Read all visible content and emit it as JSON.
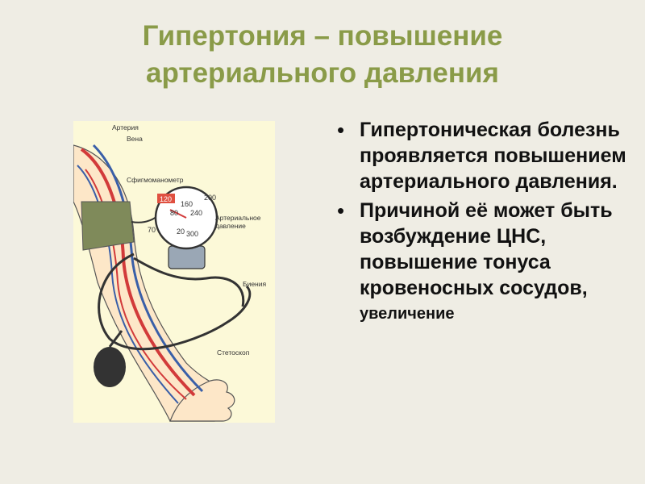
{
  "title": {
    "line1": "Гипертония – повышение",
    "line2": "артериального давления"
  },
  "figure": {
    "labels": {
      "artery": "Артерия",
      "vein": "Вена",
      "sphygmomanometer": "Сфигмоманометр",
      "arterial_pressure_line1": "Артериальное",
      "arterial_pressure_line2": "давление",
      "beats": "Биения",
      "stethoscope": "Стетоскоп"
    },
    "gauge": {
      "reading": "120",
      "scale": [
        "200",
        "160",
        "80",
        "240",
        "70",
        "20",
        "300"
      ]
    },
    "colors": {
      "artery": "#d23a3a",
      "vein": "#3a5fa8",
      "cuff": "#7f8a5a",
      "reading_box": "#e05040"
    }
  },
  "bullets": [
    {
      "text": "Гипертоническая болезнь проявляется повышением артериального давления."
    },
    {
      "text": "Причиной её может быть возбуждение ЦНС, повышение тонуса кровеносных сосудов,",
      "tail": "увеличение"
    }
  ],
  "bullet_marker": "•"
}
